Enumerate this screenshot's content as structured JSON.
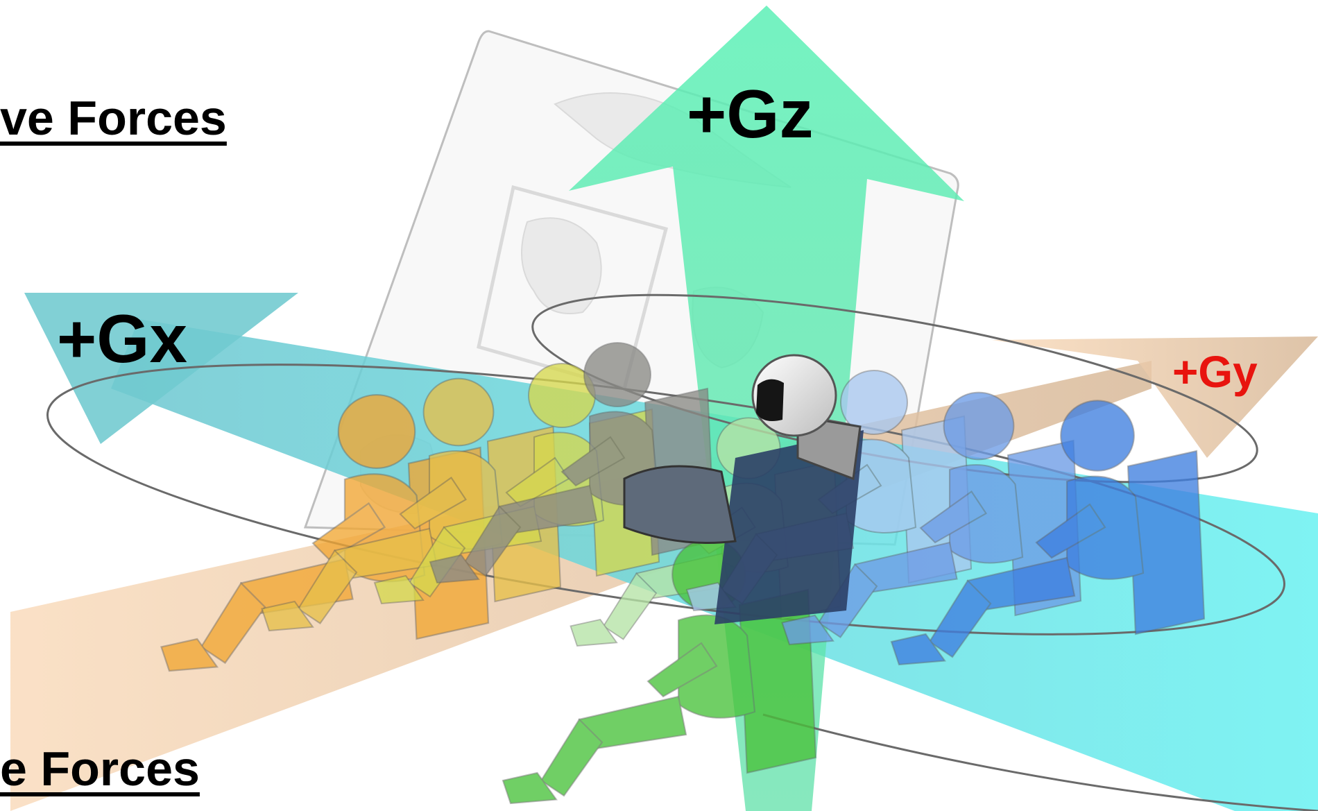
{
  "section_labels": {
    "top": "ve Forces",
    "bottom": "e Forces"
  },
  "axes": {
    "gz": {
      "label": "+Gz",
      "color": "#5cf0b6"
    },
    "gx": {
      "label": "+Gx",
      "color": "#5fd0d8"
    },
    "gy": {
      "label": "+Gy",
      "color": "#e8c9a6",
      "label_color": "#e8140e"
    }
  },
  "figures": [
    {
      "name": "orange-pilot",
      "color": "#f2a733"
    },
    {
      "name": "amber-pilot",
      "color": "#e7c04a"
    },
    {
      "name": "yellow-pilot",
      "color": "#d6d84e"
    },
    {
      "name": "gray-pilot",
      "color": "#8a8a86"
    },
    {
      "name": "light-green-pilot",
      "color": "#b6e3a6"
    },
    {
      "name": "green-pilot",
      "color": "#49c23a"
    },
    {
      "name": "pale-blue-pilot",
      "color": "#a9c8f0"
    },
    {
      "name": "mid-blue-pilot",
      "color": "#6d9ce6"
    },
    {
      "name": "blue-pilot",
      "color": "#3f7fe0"
    }
  ],
  "center_pilot": {
    "helmet_color": "#f4f4f4",
    "visor_color": "#151515",
    "suit_color": "#2b3f66"
  }
}
